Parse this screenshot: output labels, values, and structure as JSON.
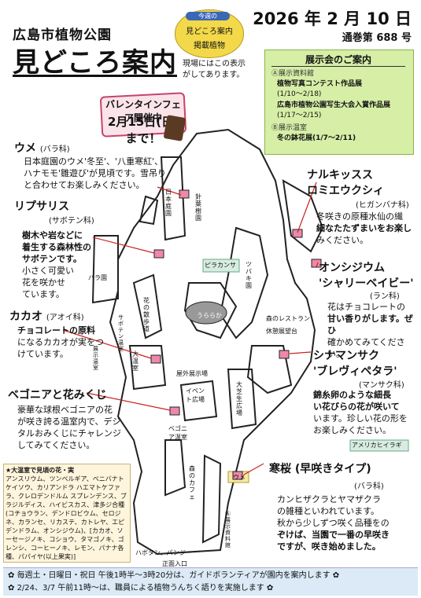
{
  "header": {
    "park_name": "広島市植物公園",
    "title": "見どころ案内",
    "date": "2026 年 2 月 10 日",
    "issue": "通巻第 688 号"
  },
  "badge": {
    "top": "今週の",
    "line1": "見どころ案内",
    "line2": "掲載植物",
    "note_line1": "現場にはこの表示",
    "note_line2": "がしてあります。"
  },
  "exhibitions": {
    "title": "展示会のご案内",
    "items": [
      {
        "place": "Ⓐ展示資料館",
        "name1": "植物写真コンテスト作品展",
        "period1": "(1/10～2/18)",
        "name2": "広島市植物公園写生大会入賞作品展",
        "period2": "(1/17～2/15)"
      },
      {
        "place": "Ⓑ展示温室",
        "name1": "冬の鉢花展(1/7～2/11)"
      }
    ]
  },
  "valentine": {
    "line1": "バレンタインフェア開催中",
    "line2": "2月15日(日)まで！"
  },
  "plants": {
    "ume": {
      "name": "ウメ",
      "family": "(バラ科)",
      "d1": "日本庭園のウメ'冬至'、'八重寒紅'、",
      "d2": "ハナモモ'雛遊び'が見頃です。雪吊り",
      "d3": "と合わせてお楽しみください。"
    },
    "ripsalis": {
      "name": "リプサリス",
      "family": "(サボテン科)",
      "d1": "樹木や岩などに",
      "d2": "着生する森林性の",
      "d3": "サボテンです。",
      "d4": "小さく可愛い",
      "d5": "花を咲かせ",
      "d6": "ています。"
    },
    "cacao": {
      "name": "カカオ",
      "family": "(アオイ科)",
      "d1": "チョコレートの原料",
      "d2": "になるカカオが実をつ",
      "d3": "けています。"
    },
    "begonia": {
      "name": "ベゴニアと花みくじ",
      "d1": "豪華な球根ベゴニアの花",
      "d2": "が咲き誇る温室内で、デジ",
      "d3": "タルおみくじにチャレンジ",
      "d4": "してみてください。"
    },
    "narcissus": {
      "name1": "ナルキッスス",
      "name2": "ロミエウクシィ",
      "family": "(ヒガンバナ科)",
      "d1": "冬咲きの原種水仙の繊",
      "d2": "細なたたずまいをお楽し",
      "d3": "みください。"
    },
    "oncidium": {
      "name1": "オンシジウム",
      "name2": "'シャリーベイビー'",
      "family": "(ラン科)",
      "d1": "花はチョコレートの",
      "d2": "甘い香りがします。ぜひ",
      "d3": "確かめてみてください。"
    },
    "cinnamon": {
      "name1": "シナマンサク",
      "name2": "'ブレヴィペタラ'",
      "family": "(マンサク科)",
      "d1": "錦糸卵のような細長",
      "d2": "い花びらの花が咲いて",
      "d3": "います。珍しい花の形を",
      "d4": "お楽しみください。"
    },
    "sakura": {
      "name": "寒桜 (早咲きタイプ)",
      "family": "(バラ科)",
      "d1": "カンヒザクラとヤマザクラ",
      "d2": "の雑種といわれています。",
      "d3": "秋から少しずつ咲く品種をの",
      "d4": "ぞけば、当園で一番の早咲き",
      "d5": "ですが、咲き始めました。"
    }
  },
  "map_labels": {
    "japanese_garden": "日本庭園",
    "conifer": "針葉樹園",
    "rose": "バラ園",
    "pyracantha": "ピラカンサ",
    "flower_path": "花の散歩道",
    "big_greenhouse": "大温室",
    "cactus": "サボテン温室",
    "exhibit_room": "展示温室",
    "big_plaza": "大芝生広場",
    "event": "イベント広場",
    "outdoor": "屋外展示場",
    "begonia_house": "ベゴニア温室",
    "restaurant": "森のレストラン",
    "rest": "休憩展望台",
    "tsubaki": "ツバキ園",
    "ume": "ウメ",
    "cafe": "森のカフェ",
    "shiryokan": "Ⓐ展示資料館",
    "main_gate": "正面入口",
    "peony": "ハボタン、パンジー",
    "americanhiiragi": "アメリカヒイラギ",
    "crescent": "うららか"
  },
  "legend": {
    "title": "★大温室で見頃の花・実",
    "text": "アンスリウム、ツンベルギア、ベニバナトケイソウ、カリアンドラ ハエマトケファラ、クレロデンドルム スプレンデンス、ブラジルディス、ハイビスカス、津多ジ合種(コチョウラン、デンドロビウム、セロジネ、カランセ、リカステ、カトレヤ、エピデンドラム、オンシジウム)、[カカオ、ソーセージノキ、コショウ、タマゴノキ、ゴレンシ、コーヒーノキ、レモン、パナナ各種、パパイヤ(以上果実)]"
  },
  "footer": {
    "line1": "毎週土・日曜日・祝日 午後1時半～3時20分は、ガイドボランティアが園内を案内します",
    "line2": "2/24、3/7 午前11時～は、職員による植物うんちく語りを実施します"
  },
  "colors": {
    "accent": "#b3122a",
    "expo_bg": "#d6eea6",
    "badge_bg": "#f3d84a",
    "footer_bg": "#dbeaf6"
  }
}
